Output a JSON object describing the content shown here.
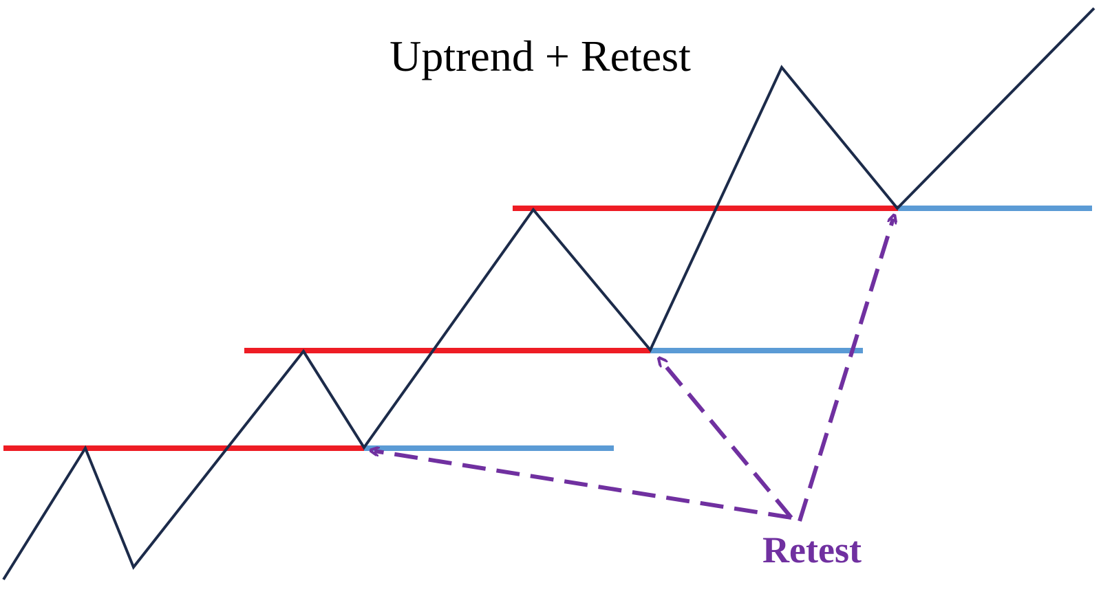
{
  "title": "Uptrend + Retest",
  "label": "Retest",
  "colors": {
    "price": "#1c2b4a",
    "resistance": "#ee1c24",
    "support": "#5b9bd5",
    "retest": "#7030a0",
    "background": "#ffffff"
  },
  "lines": {
    "price_path": "zigzag uptrend",
    "resistance_levels": 3,
    "retests": 3
  }
}
